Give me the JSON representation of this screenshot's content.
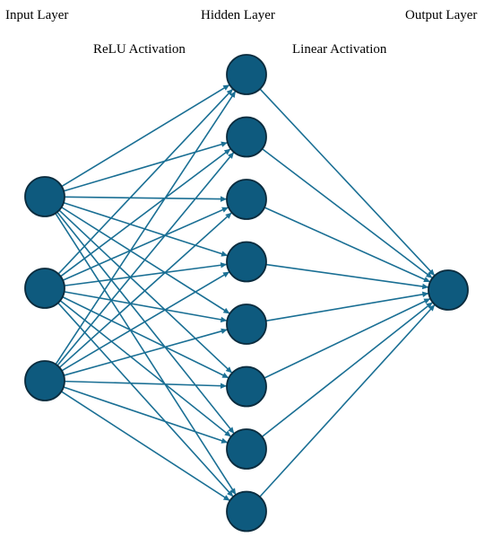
{
  "labels": {
    "input_layer": "Input Layer",
    "hidden_layer": "Hidden Layer",
    "output_layer": "Output Layer",
    "relu_activation": "ReLU Activation",
    "linear_activation": "Linear Activation"
  },
  "network": {
    "input_nodes": 3,
    "hidden_nodes": 8,
    "output_nodes": 1,
    "connections": "fully-connected",
    "node_color": "#0e5a7e",
    "node_stroke": "#0a2b3d",
    "edge_color": "#1a6f94"
  }
}
